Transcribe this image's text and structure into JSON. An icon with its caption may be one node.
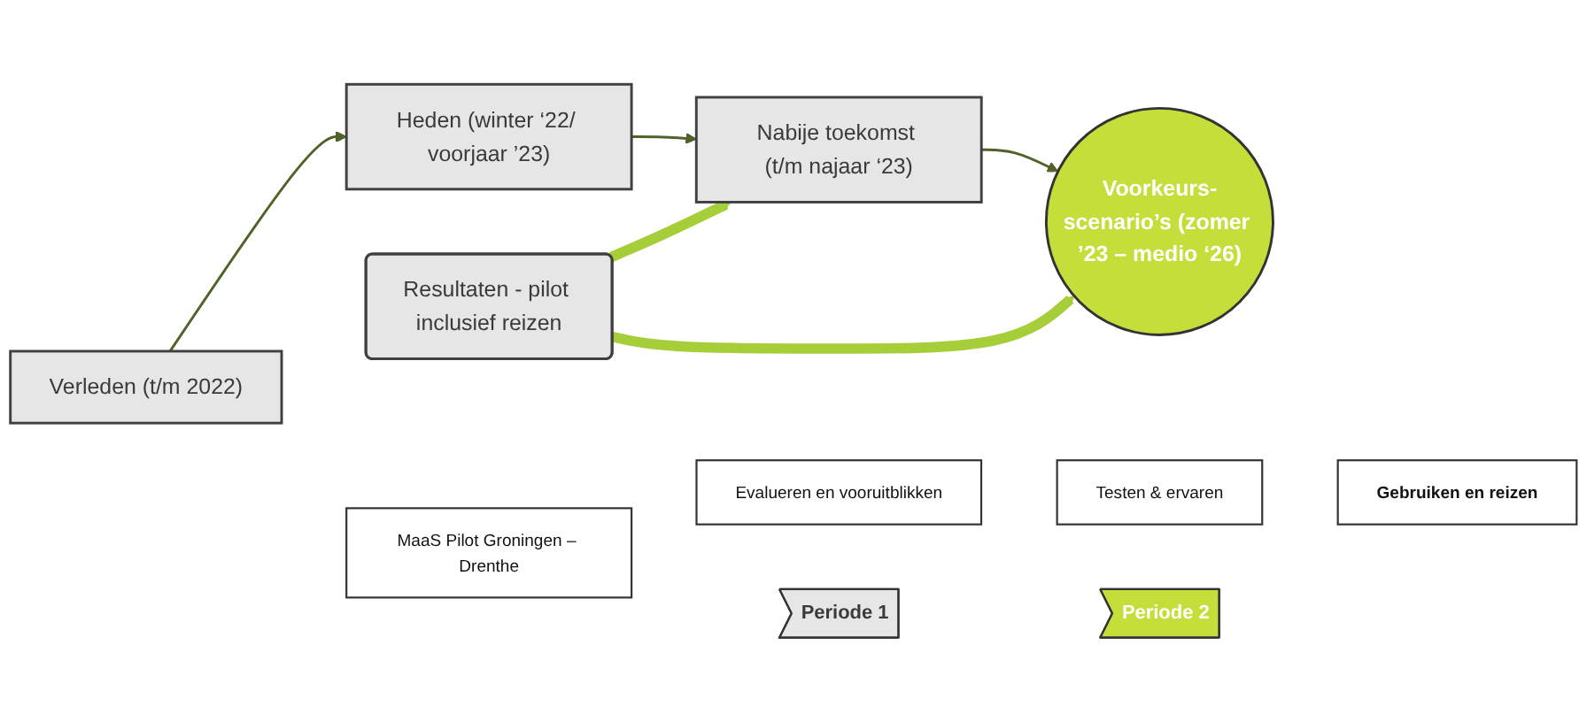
{
  "diagram": {
    "nodes": [
      {
        "text": [
          "Resultaten - pilot inclusief reizen"
        ]
      },
      {
        "text": [
          "Verleden (t/m 2022)"
        ]
      },
      {
        "text": [
          "Heden (winter ‘22/ voorjaar ’23)"
        ]
      },
      {
        "text": [
          "Nabije toekomst (t/m najaar ‘23)"
        ]
      },
      {
        "text": [
          "Voorkeurs-scenario’s (zomer ’23 – medio ‘26)"
        ]
      },
      {
        "text": [
          "MaaS Pilot Groningen – Drenthe"
        ]
      },
      {
        "text": [
          "Evalueren en vooruitblikken"
        ]
      },
      {
        "text": [
          "Testen & ervaren"
        ]
      },
      {
        "text": [
          "Gebruiken en reizen"
        ]
      },
      {
        "text": [
          "Periode 1"
        ]
      },
      {
        "text": [
          "Periode 2"
        ]
      }
    ],
    "edges": [
      {
        "from": 1,
        "to": 2,
        "arrow": "to"
      },
      {
        "from": 2,
        "to": 3,
        "arrow": "to"
      },
      {
        "from": 3,
        "to": 4,
        "arrow": "to"
      },
      {
        "from": 0,
        "to": 3,
        "arrow": "to",
        "style": "thick",
        "color": "#a6ce39"
      },
      {
        "from": 0,
        "to": 4,
        "arrow": "to",
        "style": "thick",
        "color": "#a6ce39"
      }
    ]
  }
}
